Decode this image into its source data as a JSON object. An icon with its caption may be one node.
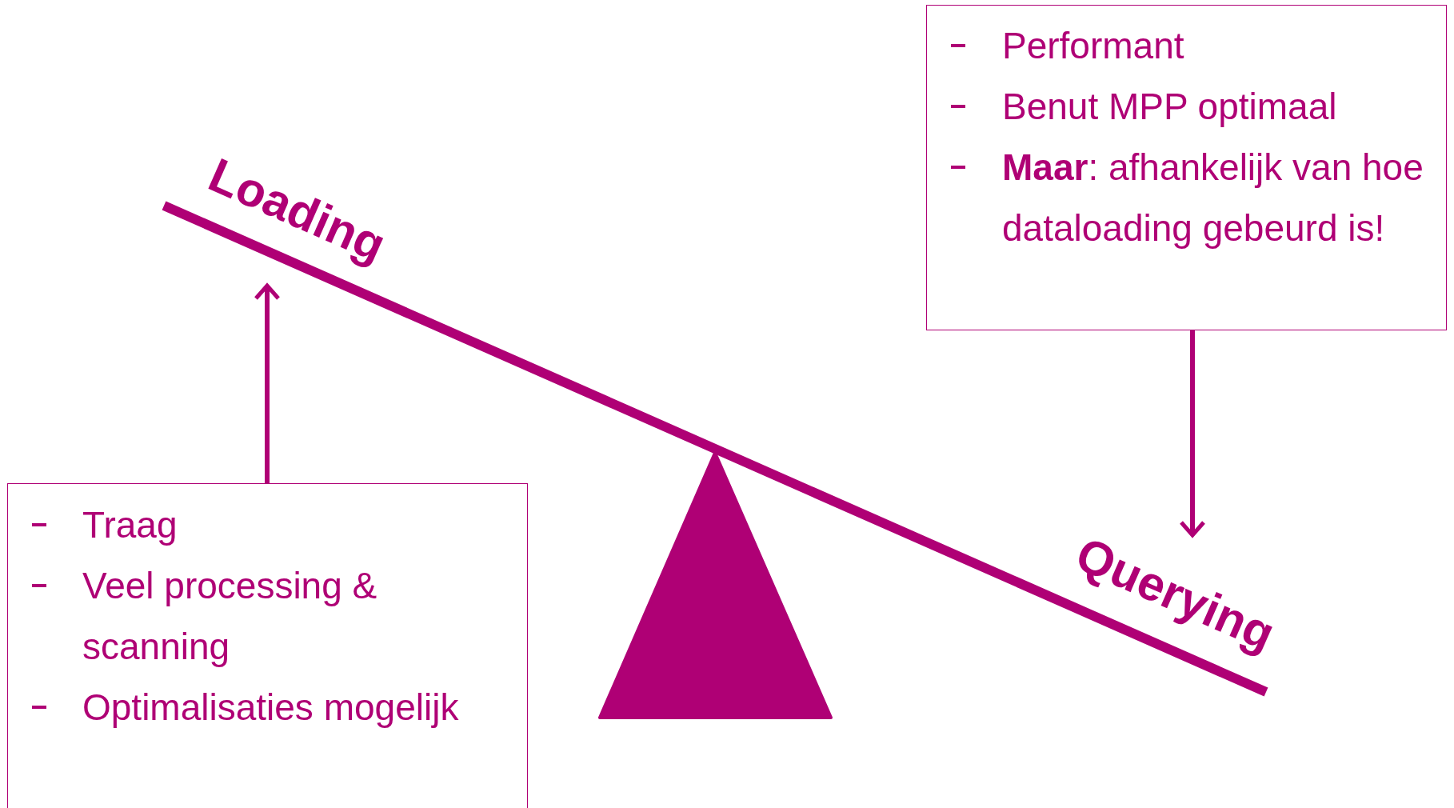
{
  "diagram": {
    "nodes": [
      {
        "text": [
          "Performant",
          "Benut MPP optimaal",
          "**Maar**: afhankelijk van hoe dataloading gebeurd is!"
        ]
      },
      {
        "text": [
          "Loading"
        ]
      },
      {
        "text": [
          "Querying"
        ]
      },
      {
        "text": [
          "Traag",
          "Veel processing & scanning",
          "Optimalisaties mogelijk"
        ]
      }
    ],
    "edges": [
      {
        "from": 3,
        "to": 1,
        "arrow": "to"
      },
      {
        "from": 0,
        "to": 2,
        "arrow": "to"
      }
    ]
  }
}
